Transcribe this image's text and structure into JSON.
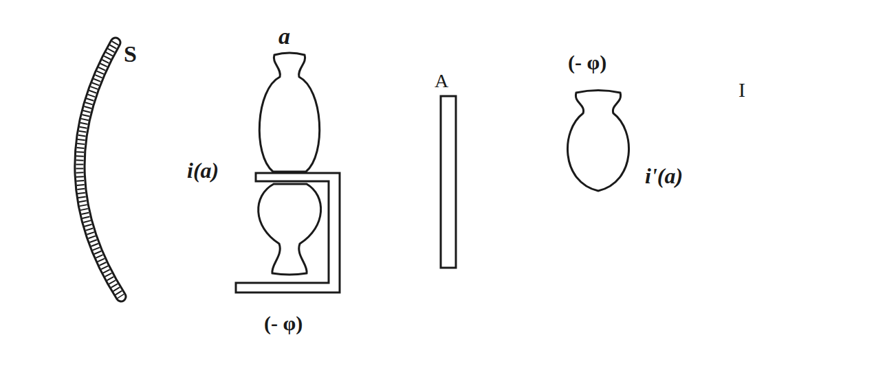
{
  "diagram": {
    "labels": [
      "S",
      "a",
      "A",
      "(- φ)",
      "I",
      "i(a)",
      "i'(a)",
      "(- φ)"
    ]
  }
}
